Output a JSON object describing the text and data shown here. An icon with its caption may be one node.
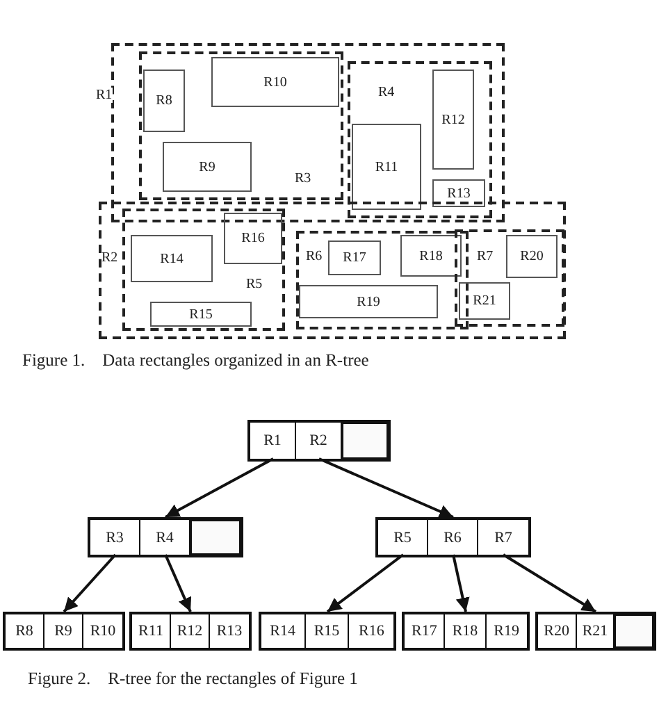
{
  "diagram": {
    "nodes": [
      {
        "text": [
          "R1"
        ]
      },
      {
        "text": [
          "R3"
        ],
        "in": 0
      },
      {
        "text": [
          "R8"
        ],
        "in": 1
      },
      {
        "text": [
          "R10"
        ],
        "in": 1
      },
      {
        "text": [
          "R9"
        ],
        "in": 1
      },
      {
        "text": [
          "R4"
        ],
        "in": 0
      },
      {
        "text": [
          "R12"
        ],
        "in": 5
      },
      {
        "text": [
          "R11"
        ],
        "in": 5
      },
      {
        "text": [
          "R13"
        ],
        "in": 5
      },
      {
        "text": [
          "R2"
        ]
      },
      {
        "text": [
          "R5"
        ],
        "in": 9
      },
      {
        "text": [
          "R16"
        ],
        "in": 10
      },
      {
        "text": [
          "R14"
        ],
        "in": 10
      },
      {
        "text": [
          "R15"
        ],
        "in": 10
      },
      {
        "text": [
          "R6"
        ],
        "in": 9
      },
      {
        "text": [
          "R17"
        ],
        "in": 14
      },
      {
        "text": [
          "R18"
        ],
        "in": 14
      },
      {
        "text": [
          "R19"
        ],
        "in": 14
      },
      {
        "text": [
          "R7"
        ],
        "in": 9
      },
      {
        "text": [
          "R20"
        ],
        "in": 18
      },
      {
        "text": [
          "R21"
        ],
        "in": 18
      },
      {
        "text": [],
        "shape": "box"
      },
      {
        "text": [
          "R1"
        ],
        "in": 21
      },
      {
        "text": [
          "R2"
        ],
        "in": 21
      },
      {
        "text": [],
        "shape": "box",
        "in": 21
      },
      {
        "text": [],
        "shape": "box"
      },
      {
        "text": [
          "R3"
        ],
        "in": 25
      },
      {
        "text": [
          "R4"
        ],
        "in": 25
      },
      {
        "text": [],
        "shape": "box",
        "in": 25
      },
      {
        "text": [],
        "shape": "box"
      },
      {
        "text": [
          "R5"
        ],
        "in": 29
      },
      {
        "text": [
          "R6"
        ],
        "in": 29
      },
      {
        "text": [
          "R7"
        ],
        "in": 29
      },
      {
        "text": [],
        "shape": "box"
      },
      {
        "text": [
          "R8"
        ],
        "in": 33
      },
      {
        "text": [
          "R9"
        ],
        "in": 33
      },
      {
        "text": [
          "R10"
        ],
        "in": 33
      },
      {
        "text": [],
        "shape": "box"
      },
      {
        "text": [
          "R11"
        ],
        "in": 37
      },
      {
        "text": [
          "R12"
        ],
        "in": 37
      },
      {
        "text": [
          "R13"
        ],
        "in": 37
      },
      {
        "text": [],
        "shape": "box"
      },
      {
        "text": [
          "R14"
        ],
        "in": 41
      },
      {
        "text": [
          "R15"
        ],
        "in": 41
      },
      {
        "text": [
          "R16"
        ],
        "in": 41
      },
      {
        "text": [],
        "shape": "box"
      },
      {
        "text": [
          "R17"
        ],
        "in": 45
      },
      {
        "text": [
          "R18"
        ],
        "in": 45
      },
      {
        "text": [
          "R19"
        ],
        "in": 45
      },
      {
        "text": [],
        "shape": "box"
      },
      {
        "text": [
          "R20"
        ],
        "in": 49
      },
      {
        "text": [
          "R21"
        ],
        "in": 49
      },
      {
        "text": [],
        "shape": "box",
        "in": 49
      }
    ],
    "edges": [
      {
        "from": 22,
        "to": 25,
        "arrow": "to"
      },
      {
        "from": 23,
        "to": 29,
        "arrow": "to"
      },
      {
        "from": 26,
        "to": 33,
        "arrow": "to"
      },
      {
        "from": 27,
        "to": 37,
        "arrow": "to"
      },
      {
        "from": 30,
        "to": 41,
        "arrow": "to"
      },
      {
        "from": 31,
        "to": 45,
        "arrow": "to"
      },
      {
        "from": 32,
        "to": 49,
        "arrow": "to"
      }
    ],
    "labels": [
      "Figure 1.    Data rectangles organized in an R-tree",
      "Figure 2.    R-tree for the rectangles of Figure 1"
    ]
  }
}
